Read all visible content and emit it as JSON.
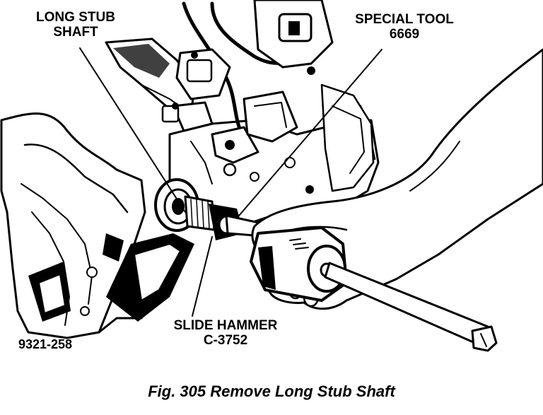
{
  "callouts": {
    "long_stub_shaft": {
      "line1": "LONG STUB",
      "line2": "SHAFT"
    },
    "special_tool": {
      "line1": "SPECIAL TOOL",
      "line2": "6669"
    },
    "slide_hammer": {
      "line1": "SLIDE HAMMER",
      "line2": "C-3752"
    }
  },
  "figure_number": "9321-258",
  "caption": "Fig. 305 Remove Long Stub Shaft"
}
